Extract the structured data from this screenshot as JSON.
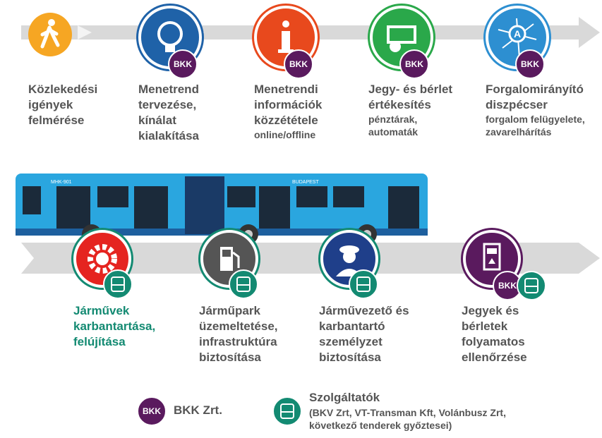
{
  "colors": {
    "arrow": "#d9d9d9",
    "bkk_purple": "#5a1a5e",
    "provider_green": "#138a72",
    "highlight_text": "#138a72",
    "label_text": "#555555",
    "bus_blue": "#2aa6df"
  },
  "top_row": [
    {
      "icon": "pedestrian-icon",
      "color": "#f6a623",
      "label": "Közlekedési igények felmérése",
      "sub": "",
      "badge": ""
    },
    {
      "icon": "lightbulb-icon",
      "color": "#1f62a8",
      "label": "Menetrend tervezése, kínálat kialakítása",
      "sub": "",
      "badge": "BKK"
    },
    {
      "icon": "info-icon",
      "color": "#e8491d",
      "label": "Menetrendi információk közzététele",
      "sub": "online/offline",
      "badge": "BKK"
    },
    {
      "icon": "ticket-money-icon",
      "color": "#2aa84a",
      "label": "Jegy- és bérlet értékesítés",
      "sub": "pénztárak, automaták",
      "badge": "BKK"
    },
    {
      "icon": "traffic-map-icon",
      "color": "#2d8fd1",
      "label": "Forgalomirányító diszpécser",
      "sub": "forgalom felügyelete, zavarelhárítás",
      "badge": "BKK"
    }
  ],
  "bottom_row": [
    {
      "icon": "gear-icon",
      "color": "#e52420",
      "label": "Járművek karbantartása, felújítása"
    },
    {
      "icon": "fuel-pump-icon",
      "color": "#555555",
      "label": "Járműpark üzemeltetése, infrastruktúra biztosítása"
    },
    {
      "icon": "driver-icon",
      "color": "#1f3f8a",
      "label": "Járművezető és karbantartó személyzet biztosítása"
    },
    {
      "icon": "ticket-validator-icon",
      "color": "#5a1a5e",
      "label": "Jegyek és bérletek folyamatos ellenőrzése",
      "badge": "BKK"
    }
  ],
  "bus": {
    "front_code": "MHK-901",
    "brand": "BUDAPEST"
  },
  "legend": {
    "bkk_badge": "BKK",
    "bkk_label": "BKK Zrt.",
    "provider_title": "Szolgáltatók",
    "provider_detail": "(BKV Zrt, VT-Transman Kft, Volánbusz Zrt, következő tenderek győztesei)"
  }
}
